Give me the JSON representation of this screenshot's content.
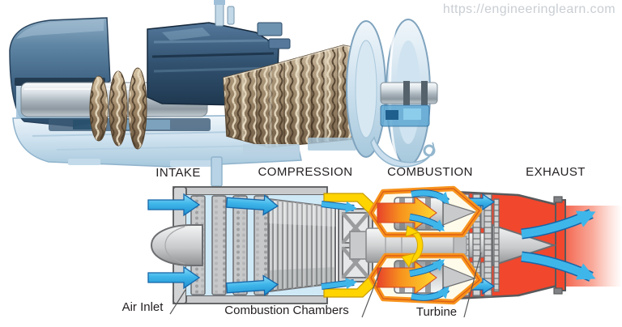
{
  "watermark": {
    "text": "https://engineeringlearn.com",
    "color": "#c9ced3"
  },
  "hero": {
    "alt": "gas-turbine-3d-cutaway-render"
  },
  "diagram": {
    "sections": [
      {
        "id": "intake",
        "label": "INTAKE"
      },
      {
        "id": "compression",
        "label": "COMPRESSION"
      },
      {
        "id": "combustion",
        "label": "COMBUSTION"
      },
      {
        "id": "exhaust",
        "label": "EXHAUST"
      }
    ],
    "callouts": [
      {
        "id": "air-inlet",
        "label": "Air Inlet"
      },
      {
        "id": "combustion-chambers",
        "label": "Combustion Chambers"
      },
      {
        "id": "turbine",
        "label": "Turbine"
      }
    ],
    "colors": {
      "air_arrow": "#29abe2",
      "hot_section_red": "#f1472d",
      "combustor_orange": "#f7941e",
      "fuel_yellow": "#ffd400",
      "metal_light": "#e6e7e8",
      "metal_mid": "#bcbec0",
      "outline": "#58595b",
      "label_text": "#231f20"
    }
  }
}
